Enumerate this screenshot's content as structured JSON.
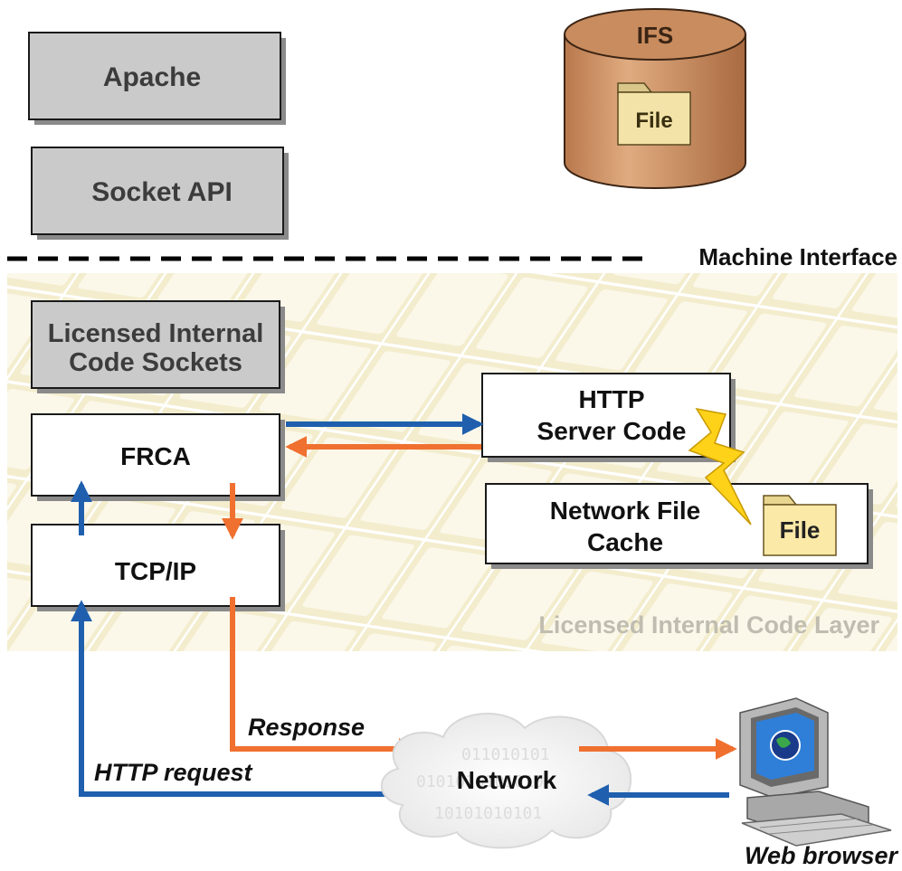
{
  "upper": {
    "apache": "Apache",
    "socket_api": "Socket API",
    "ifs_title": "IFS",
    "ifs_file": "File"
  },
  "divider": {
    "machine_interface": "Machine Interface"
  },
  "lic_layer": {
    "lic_sockets_line1": "Licensed Internal",
    "lic_sockets_line2": "Code Sockets",
    "frca": "FRCA",
    "tcpip": "TCP/IP",
    "http_line1": "HTTP",
    "http_line2": "Server Code",
    "nfc_line1": "Network File",
    "nfc_line2": "Cache",
    "nfc_file": "File",
    "layer_label": "Licensed Internal Code Layer"
  },
  "bottom": {
    "response": "Response",
    "http_request": "HTTP request",
    "network": "Network",
    "web_browser": "Web browser"
  },
  "colors": {
    "request_blue": "#1f5fae",
    "response_orange": "#f07030",
    "box_gray": "#c9c9c9",
    "ifs_copper": "#d29a6c",
    "layer_bg": "#f7f2dc"
  }
}
